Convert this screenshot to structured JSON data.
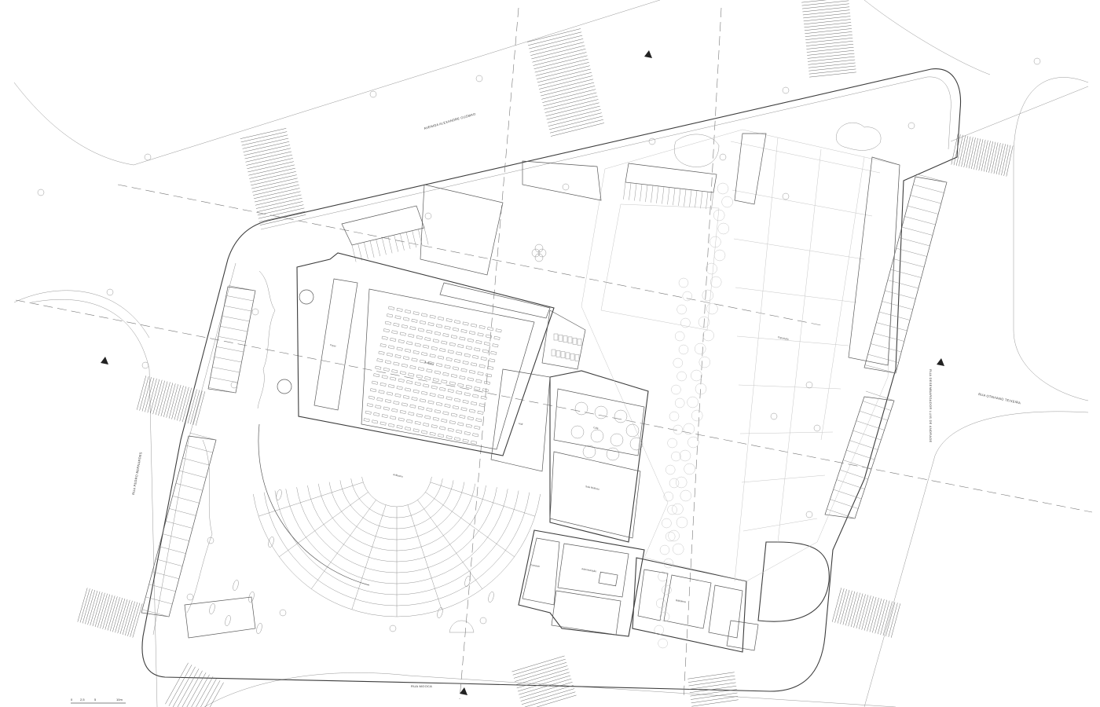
{
  "streets": {
    "north": "AVENIDA ALEXANDRE GUSMAO",
    "east_upper": "RUA DESEMBARGADOR LUIS DE ANDRADE",
    "east_lower": "RUA OTAVIANO TEIXEIRA",
    "west": "RUA PEDRO BERNARDES",
    "south": "RUA MOOCA"
  },
  "rooms": {
    "auditorium": "Auditório",
    "foyer": "Foyer",
    "amphitheatre": "Anfiteatro",
    "hall": "Hall",
    "cafe": "Café",
    "multiuse": "Sala Multiuso",
    "exhibition": "Exposição",
    "library": "Biblioteca",
    "admin": "Administração",
    "dressing": "Camarim"
  },
  "scale": {
    "ticks": [
      "0",
      "2,5",
      "5",
      "10m"
    ]
  },
  "colors": {
    "line": "#5a5a5a",
    "faint": "#c6c6c6",
    "background": "#ffffff"
  }
}
